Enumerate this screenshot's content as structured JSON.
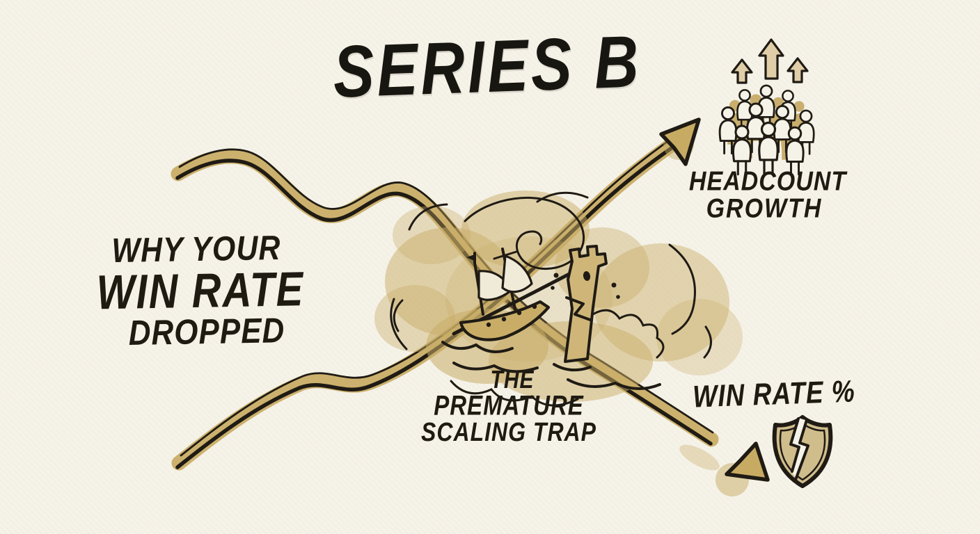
{
  "title": "SERIES B",
  "headline": {
    "line1": "WHY YOUR",
    "line2": "WIN RATE",
    "line3": "DROPPED"
  },
  "trap_caption": {
    "line1": "THE",
    "line2": "PREMATURE",
    "line3": "SCALING TRAP"
  },
  "headcount_caption": {
    "line1": "HEADCOUNT",
    "line2": "GROWTH"
  },
  "win_rate_caption": "WIN RATE %",
  "icons": {
    "rising_arrow": "up-trend-arrow",
    "falling_arrow": "down-trend-arrow",
    "cloud": "storm-cloud",
    "ship": "sinking-ship",
    "castle": "crumbling-sandcastle",
    "crowd": "crowd-of-people",
    "growth_arrows": "three-up-arrows",
    "shield": "broken-shield"
  },
  "colors": {
    "paper": "#f5f2e8",
    "ink": "#1f1b14",
    "tan": "#c8ab63",
    "tan_wash": "#c9ad67"
  }
}
